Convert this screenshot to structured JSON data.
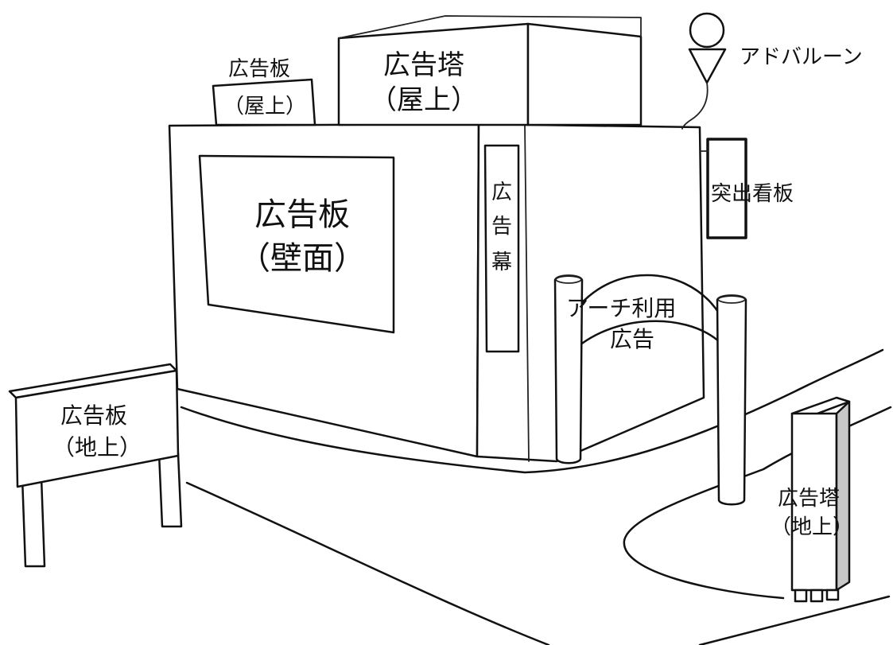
{
  "labels": {
    "roof_board_line1": "広告板",
    "roof_board_line2": "（屋上）",
    "roof_tower_line1": "広告塔",
    "roof_tower_line2": "（屋上）",
    "ad_balloon": "アドバルーン",
    "wall_board_line1": "広告板",
    "wall_board_line2": "（壁面）",
    "banner_char1": "広",
    "banner_char2": "告",
    "banner_char3": "幕",
    "projecting_sign": "突出看板",
    "arch_line1": "アーチ利用",
    "arch_line2": "広告",
    "ground_board_line1": "広告板",
    "ground_board_line2": "（地上）",
    "ground_tower_line1": "広告塔",
    "ground_tower_line2": "（地上）"
  },
  "colors": {
    "ink": "#111111",
    "background": "#ffffff",
    "tower_shade": "#c8c8c8"
  }
}
